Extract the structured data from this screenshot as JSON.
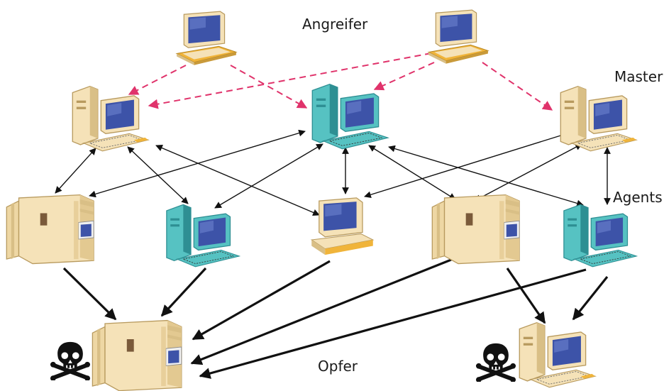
{
  "labels": {
    "attacker": "Angreifer",
    "master": "Master",
    "agents": "Agents",
    "victim": "Opfer"
  },
  "colors": {
    "command_arrow": "#e0336b",
    "arrow": "#111111",
    "beige": "#f5e2b8",
    "beige_dark": "#d9bf86",
    "teal": "#56c2c2",
    "teal_dark": "#2e8f93",
    "screen": "#3d53a8"
  },
  "icons": {
    "attacker_left": "laptop-icon",
    "attacker_right": "laptop-icon",
    "master_left": "workstation-icon",
    "master_center": "workstation-icon",
    "master_right": "workstation-icon",
    "agent_1": "server-icon",
    "agent_2": "workstation-icon",
    "agent_3": "desktop-computer-icon",
    "agent_4": "server-icon",
    "agent_5": "workstation-icon",
    "victim_1": "server-icon",
    "victim_2": "workstation-icon",
    "skull_1": "skull-crossbones-icon",
    "skull_2": "skull-crossbones-icon"
  }
}
